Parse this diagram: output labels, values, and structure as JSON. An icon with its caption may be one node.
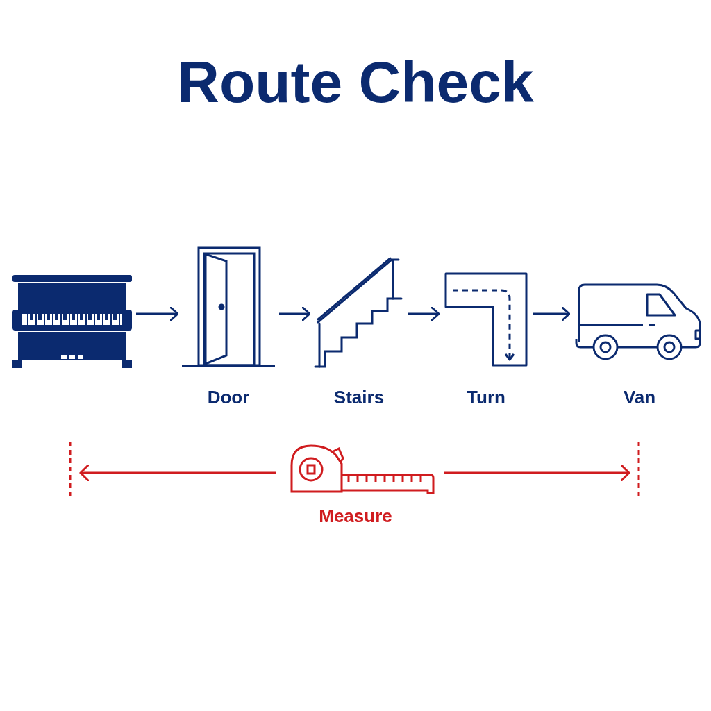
{
  "diagram": {
    "title": "Route Check",
    "nodes": [
      {
        "text": [],
        "shape": "picture"
      },
      {
        "text": [
          "Door"
        ]
      },
      {
        "text": [
          "Stairs"
        ]
      },
      {
        "text": [
          "Turn"
        ]
      },
      {
        "text": [
          "Van"
        ]
      }
    ],
    "edges": [
      {
        "from": 0,
        "to": 1,
        "arrow": "to"
      },
      {
        "from": 1,
        "to": 2,
        "arrow": "to"
      },
      {
        "from": 2,
        "to": 3,
        "arrow": "to"
      },
      {
        "from": 3,
        "to": 4,
        "arrow": "to"
      }
    ],
    "labels": [
      "Measure"
    ]
  }
}
